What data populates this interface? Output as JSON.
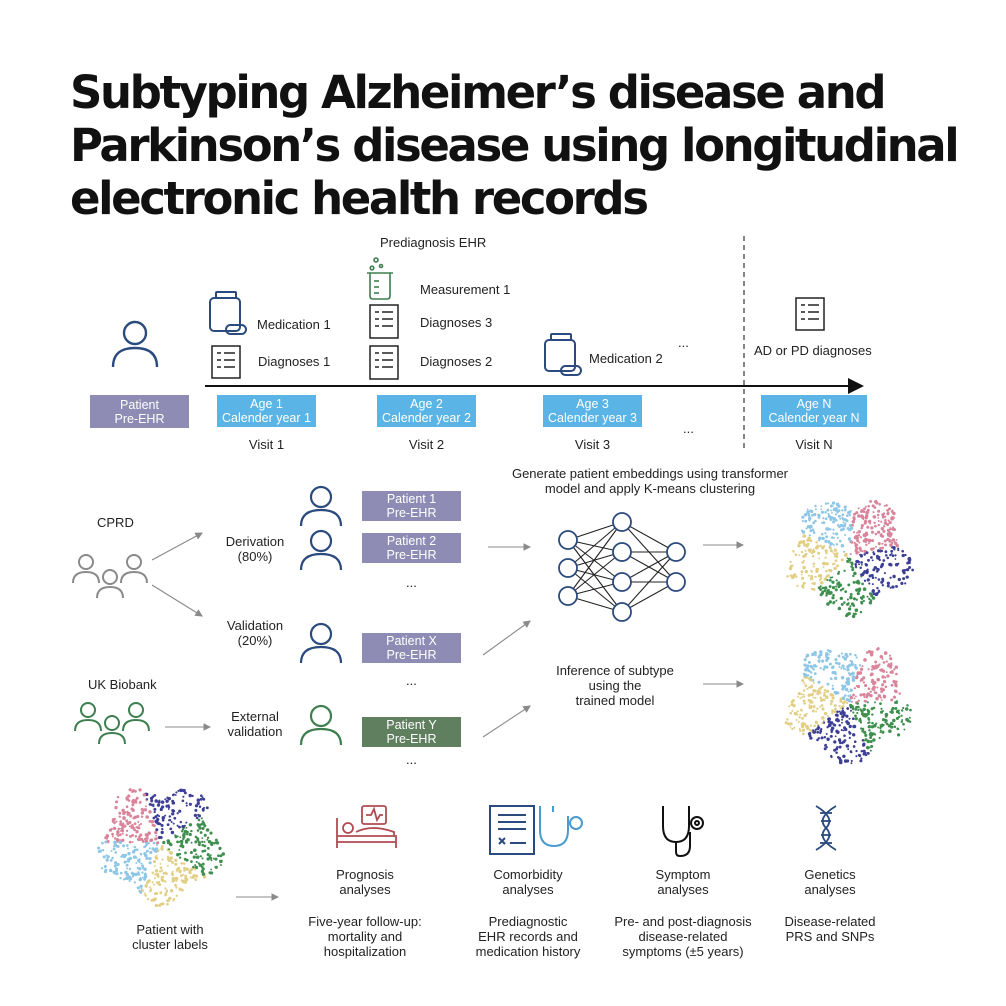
{
  "title": {
    "line1": "Subtyping Alzheimer’s disease and",
    "line2": "Parkinson’s disease using longitudinal",
    "line3": "electronic health records"
  },
  "colors": {
    "blue_box": "#5ab4e5",
    "purple_box": "#8e8cb5",
    "green_box": "#5f7f5f",
    "icon_blue": "#2b4a7e",
    "icon_gray": "#8a8a8a",
    "icon_green": "#3f7f4f",
    "icon_red": "#b24a52",
    "cluster_pink": "#d9849a",
    "cluster_navy": "#3d3f96",
    "cluster_green": "#3f8f4f",
    "cluster_yellow": "#e2cf86",
    "cluster_lightblue": "#8ec7e6"
  },
  "timeline": {
    "header": "Prediagnosis EHR",
    "patient_box": {
      "line1": "Patient",
      "line2": "Pre-EHR"
    },
    "visits": [
      {
        "age": "Age 1",
        "year": "Calender year 1",
        "label": "Visit 1"
      },
      {
        "age": "Age 2",
        "year": "Calender year 2",
        "label": "Visit 2"
      },
      {
        "age": "Age 3",
        "year": "Calender year 3",
        "label": "Visit 3"
      },
      {
        "age": "Age N",
        "year": "Calender year N",
        "label": "Visit N"
      }
    ],
    "events": {
      "medication1": "Medication 1",
      "diagnoses1": "Diagnoses 1",
      "measurement1": "Measurement 1",
      "diagnoses3": "Diagnoses 3",
      "diagnoses2": "Diagnoses 2",
      "medication2": "Medication 2",
      "final": "AD or PD diagnoses"
    },
    "ellipsis": "..."
  },
  "cohorts": {
    "cprd": "CPRD",
    "ukb": "UK Biobank",
    "derivation": "Derivation",
    "derivation_pct": "(80%)",
    "validation": "Validation",
    "validation_pct": "(20%)",
    "external": "External",
    "external2": "validation",
    "patient1": {
      "line1": "Patient 1",
      "line2": "Pre-EHR"
    },
    "patient2": {
      "line1": "Patient 2",
      "line2": "Pre-EHR"
    },
    "patientX": {
      "line1": "Patient X",
      "line2": "Pre-EHR"
    },
    "patientY": {
      "line1": "Patient Y",
      "line2": "Pre-EHR"
    },
    "ellipsis": "..."
  },
  "model": {
    "generate_line1": "Generate patient embeddings using transformer",
    "generate_line2": "model and apply K-means clustering",
    "inference_line1": "Inference of subtype",
    "inference_line2": "using the",
    "inference_line3": "trained model"
  },
  "analyses": {
    "cluster_label_line1": "Patient with",
    "cluster_label_line2": "cluster labels",
    "items": [
      {
        "name": "Prognosis",
        "sub": "analyses",
        "d1": "Five-year follow-up:",
        "d2": "mortality and",
        "d3": "hospitalization"
      },
      {
        "name": "Comorbidity",
        "sub": "analyses",
        "d1": "Prediagnostic",
        "d2": "EHR records and",
        "d3": "medication history"
      },
      {
        "name": "Symptom",
        "sub": "analyses",
        "d1": "Pre- and post-diagnosis",
        "d2": "disease-related",
        "d3": "symptoms (±5 years)"
      },
      {
        "name": "Genetics",
        "sub": "analyses",
        "d1": "Disease-related",
        "d2": "PRS and SNPs",
        "d3": ""
      }
    ]
  }
}
